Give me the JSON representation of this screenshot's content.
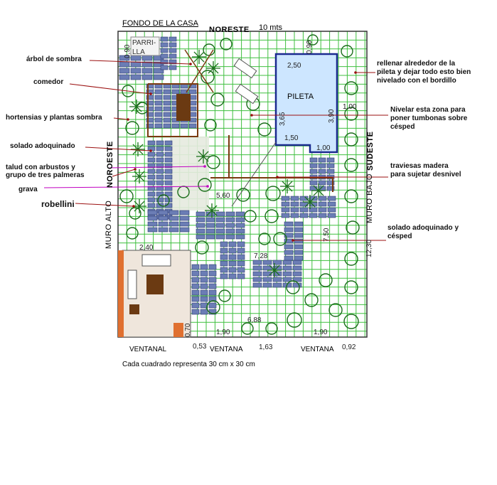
{
  "plan": {
    "header_left": "FONDO DE LA CASA",
    "header_scale": "10 mts",
    "north_wall": "NORESTE",
    "west_wall": "NOROESTE",
    "east_wall": "SUDESTE",
    "west_low_wall": "MURO ALTO",
    "east_low_wall": "MURO BAJO",
    "parrilla": "PARRI-\nLLA",
    "pool": "PILETA",
    "footer": "Cada cuadrado representa 30 cm x 30 cm",
    "windows": [
      "VENTANAL",
      "VENTANA",
      "VENTANA"
    ],
    "dims": {
      "d090a": "0,90",
      "d090b": "0,90",
      "d250": "2,50",
      "d365": "3,65",
      "d390": "3,90",
      "d150": "1,50",
      "d100a": "1,00",
      "d100b": "1,00",
      "d560": "5,60",
      "d750": "7,50",
      "d728": "7,28",
      "d1230": "12,30",
      "d240": "2,40",
      "d688": "6,88",
      "d070": "0,70",
      "d190a": "1,90",
      "d190b": "1,90",
      "d053": "0,53",
      "d163": "1,63",
      "d092": "0,92"
    }
  },
  "annotations": {
    "arbol": "árbol de sombra",
    "comedor": "comedor",
    "hortensias": "hortensias y plantas sombra",
    "solado": "solado adoquinado",
    "talud1": "talud con arbustos y",
    "talud2": "grupo de tres palmeras",
    "grava": "grava",
    "robellini": "robellini",
    "rellenar1": "rellenar alrededor de la",
    "rellenar2": "pileta y dejar todo esto bien",
    "rellenar3": "nivelado con el bordillo",
    "nivelar1": "Nivelar esta zona para",
    "nivelar2": "poner tumbonas sobre",
    "nivelar3": "césped",
    "traviesas1": "traviesas madera",
    "traviesas2": "para sujetar desnivel",
    "soladoc1": "solado adoquinado y",
    "soladoc2": "césped"
  },
  "colors": {
    "grid": "#3fbf3f",
    "pave": "#6b7db5",
    "pool": "#cde6ff",
    "pool_edge": "#1b2a8f",
    "plant": "#1a6e1a",
    "leader": "#9b1010",
    "timber": "#7a3a10",
    "wood": "#6b3a12",
    "purple": "#c000c0"
  }
}
